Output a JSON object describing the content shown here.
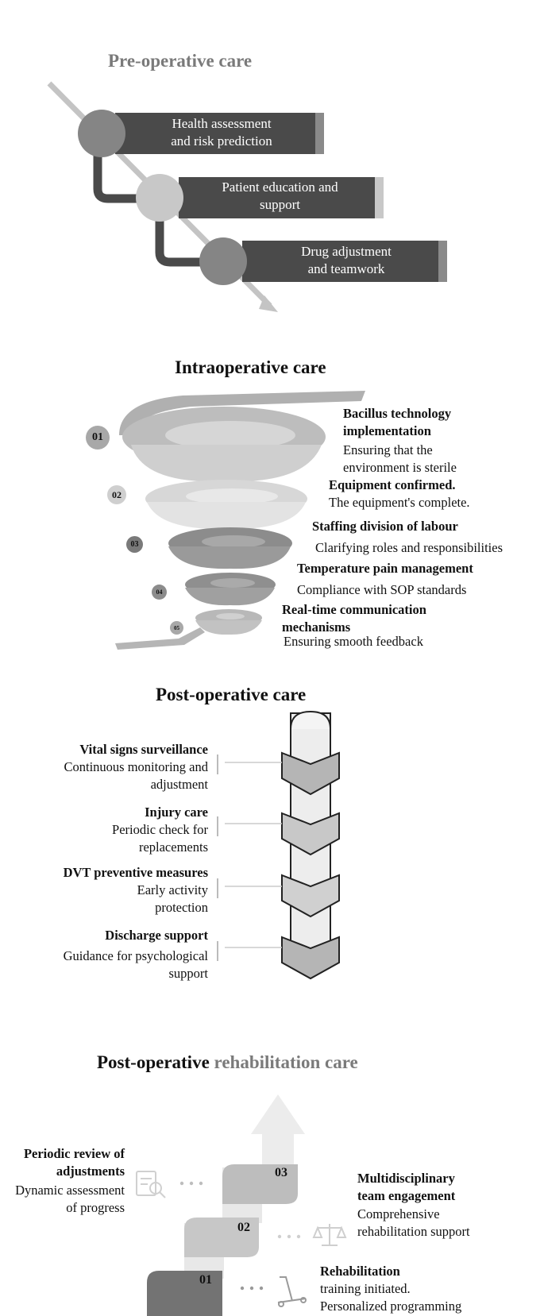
{
  "sections": {
    "pre": {
      "title": "Pre-operative care",
      "items": [
        {
          "line1": "Health assessment",
          "line2": "and risk prediction"
        },
        {
          "line1": "Patient education and",
          "line2": "support"
        },
        {
          "line1": "Drug adjustment",
          "line2": "and teamwork"
        }
      ]
    },
    "intra": {
      "title": "Intraoperative care",
      "badges": [
        "01",
        "02",
        "03",
        "04",
        "05"
      ],
      "items": [
        {
          "heading1": "Bacillus technology",
          "heading2": "implementation",
          "desc1": "Ensuring that the",
          "desc2": "environment is sterile"
        },
        {
          "heading": "Equipment confirmed.",
          "desc": "The equipment's complete."
        },
        {
          "heading": "Staffing division of labour",
          "desc": "Clarifying roles and responsibilities"
        },
        {
          "heading": "Temperature pain management",
          "desc": "Compliance with SOP standards"
        },
        {
          "heading1": "Real-time communication",
          "heading2": "mechanisms",
          "desc": "Ensuring smooth feedback"
        }
      ]
    },
    "post": {
      "title": "Post-operative care",
      "items": [
        {
          "heading": "Vital signs surveillance",
          "desc1": "Continuous monitoring and",
          "desc2": "adjustment"
        },
        {
          "heading": "Injury care",
          "desc1": "Periodic check for",
          "desc2": "replacements"
        },
        {
          "heading": "DVT preventive measures",
          "desc1": "Early activity",
          "desc2": "protection"
        },
        {
          "heading": "Discharge support",
          "desc1": "Guidance for psychological",
          "desc2": "support"
        }
      ]
    },
    "rehab": {
      "title_part1": "Post-operative ",
      "title_part2": "rehabilitation care",
      "steps": [
        "01",
        "02",
        "03"
      ],
      "items": [
        {
          "heading1": "Periodic review of",
          "heading2": "adjustments",
          "desc1": "Dynamic assessment",
          "desc2": "of progress"
        },
        {
          "heading1": "Multidisciplinary",
          "heading2": "team engagement",
          "desc1": "Comprehensive",
          "desc2": "rehabilitation support"
        },
        {
          "heading": "Rehabilitation",
          "desc1": "training initiated.",
          "desc2": "Personalized programming"
        }
      ],
      "icons": [
        "search-document-icon",
        "balance-scale-icon",
        "treadmill-icon"
      ]
    }
  },
  "colors": {
    "dark_bar": "#4a4a4a",
    "circle_dark": "#858585",
    "circle_light": "#c8c8c8",
    "arrow": "#c4c4c4",
    "title_gray": "#7a7a7a"
  }
}
